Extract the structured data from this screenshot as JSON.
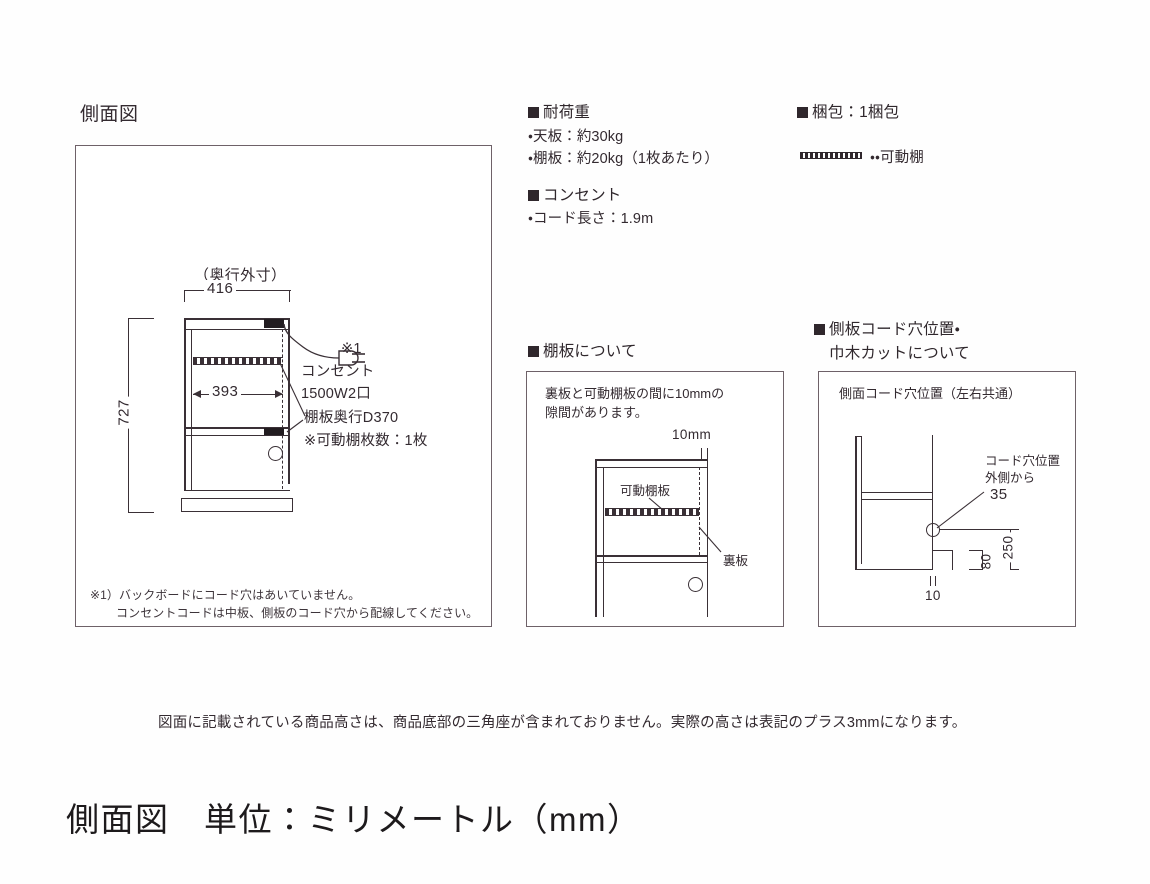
{
  "page": {
    "section_title": "側面図",
    "bottom_disclaimer": "図面に記載されている商品高さは、商品底部の三角座が含まれておりません。実際の高さは表記のプラス3mmになります。",
    "big_title": "側面図　単位：ミリメートル（mm）"
  },
  "side_view": {
    "depth_caption": "（奥行外寸）",
    "depth_value": "416",
    "height_value": "727",
    "inner_width_value": "393",
    "plug_marker": "※1",
    "plug_label_line1": "コンセント",
    "plug_label_line2": "1500W2口",
    "shelf_label_line1": "棚板奥行D370",
    "shelf_label_line2": "※可動棚枚数：1枚",
    "footnote_line1": "※1）バックボードにコード穴はあいていません。",
    "footnote_line2": "コンセントコードは中板、側板のコード穴から配線してください。"
  },
  "specs": {
    "load": {
      "heading": "耐荷重",
      "items": [
        "・天板：約30kg",
        "・棚板：約20kg（1枚あたり）"
      ]
    },
    "outlet": {
      "heading": "コンセント",
      "items": [
        "・コード長さ：1.9m"
      ]
    },
    "packaging": {
      "heading": "梱包：1梱包",
      "legend_label": "・・可動棚"
    }
  },
  "shelf_panel": {
    "heading": "棚板について",
    "note_line1": "裏板と可動棚板の間に10mmの",
    "note_line2": "隙間があります。",
    "gap_dim": "10mm",
    "label_movable_shelf": "可動棚板",
    "label_back_board": "裏板"
  },
  "cord_hole_panel": {
    "heading_line1": "側板コード穴位置・",
    "heading_line2": "巾木カットについて",
    "note": "側面コード穴位置（左右共通）",
    "callout_line1": "コード穴位置",
    "callout_line2": "外側から",
    "callout_value": "35",
    "dim_250": "250",
    "dim_80": "80",
    "dim_10": "10"
  },
  "colors": {
    "stroke": "#3a3036",
    "panel_border": "#6e6168",
    "text": "#332a30",
    "background": "#ffffff"
  }
}
